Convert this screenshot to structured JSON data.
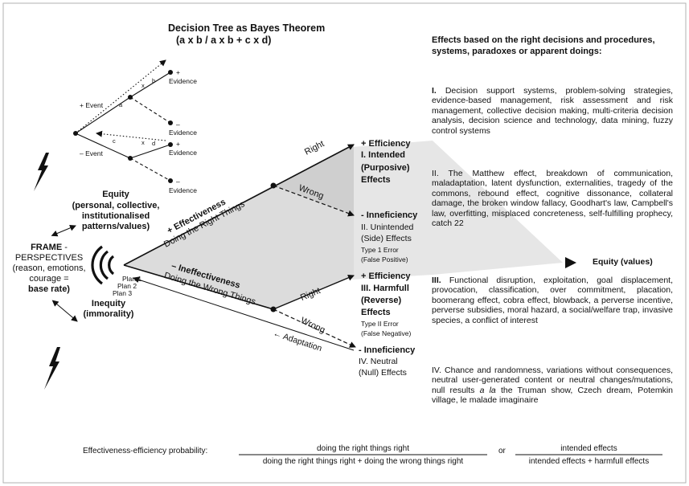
{
  "title": {
    "line1": "Decision Tree as Bayes Theorem",
    "line2": "(a x b / a x b + c x d)"
  },
  "tree": {
    "plus_event": "+ Event",
    "minus_event": "– Event",
    "a": "a",
    "b": "b",
    "c": "c",
    "d": "d",
    "x1": "x",
    "x2": "x",
    "evidence_labels": [
      "Evidence",
      "Evidence",
      "Evidence",
      "Evidence"
    ],
    "evidence_signs": [
      "+",
      "–",
      "+",
      "–"
    ]
  },
  "left": {
    "equity_heading": "Equity",
    "equity_sub": [
      "(personal, collective,",
      "institutionalised",
      "patterns/values)"
    ],
    "frame_bold": "FRAME",
    "frame_dash": " -",
    "frame_lines": [
      "PERSPECTIVES",
      "(reason, emotions,",
      "courage ="
    ],
    "base_rate": "base rate)",
    "inequity_heading": "Inequity",
    "inequity_sub": "(immorality)",
    "plans": [
      "Plan 1",
      "Plan 2",
      "Plan 3"
    ]
  },
  "branches": {
    "effectiveness_bold": "+ Effectiveness",
    "effectiveness_sub": "Doing the Right Things",
    "ineffectiveness_bold": "– Ineffectiveness",
    "ineffectiveness_sub": "Doing the Wrong Things",
    "right_upper": "Right",
    "wrong_upper": "Wrong",
    "right_lower": "Right",
    "wrong_lower": "Wrong",
    "adaptation": "← Adaptation"
  },
  "outcomes": {
    "o1_head": "+ Efficiency",
    "o1_lines": [
      "I. Intended",
      "(Purposive)",
      "Effects"
    ],
    "o2_head": "- Inneficiency",
    "o2_lines": [
      "II. Unintended",
      "(Side) Effects"
    ],
    "o2_small": [
      "Type 1 Error",
      "(False Positive)"
    ],
    "o3_head": "+ Efficiency",
    "o3_lines": [
      "III. Harmfull",
      "(Reverse)",
      "Effects"
    ],
    "o3_small": [
      "Type II Error",
      "(False Negative)"
    ],
    "o4_head": "- Inneficiency",
    "o4_lines": [
      "IV. Neutral",
      "(Null) Effects"
    ]
  },
  "right_panel": {
    "heading": "Effects based on the right decisions and procedures, systems, paradoxes or apparent doings:",
    "p1_num": "I.",
    "p1_text": " Decision support systems, problem-solving strategies, evidence-based management, risk assessment and risk management, collective decision making, multi-criteria decision analysis, decision science and technology, data mining, fuzzy control systems",
    "p2_text": "II. The Matthew effect, breakdown of communication, maladaptation, latent dysfunction, externalities, tragedy of the commons, rebound effect, cognitive dissonance, collateral damage, the broken window fallacy, Goodhart's law, Campbell's law, overfitting, misplaced concreteness, self-fulfilling prophecy, catch 22",
    "equity_values": "Equity (values)",
    "p3_num": "III.",
    "p3_text": " Functional disruption, exploitation, goal displacement, provocation, classification, over commitment, placation, boomerang effect, cobra effect, blowback, a perverse incentive, perverse subsidies, moral hazard, a social/welfare trap, invasive species, a conflict of interest",
    "p4_pre": "IV. Chance and randomness, variations without consequences, neutral user-generated content or neutral changes/mutations, null results ",
    "p4_italic": "a la",
    "p4_post": " the Truman show, Czech dream, Potemkin village, le malade imaginaire"
  },
  "formula": {
    "label": "Effectiveness-efficiency probability:",
    "num1": "doing the right things right",
    "den1": "doing the right things right + doing the wrong things right",
    "or": "or",
    "num2": "intended effects",
    "den2": "intended effects + harmfull effects"
  },
  "colors": {
    "upper_triangle": "#cfcfcf",
    "lower_triangle": "#dedede",
    "right_wedge": "#e6e6e6",
    "ink": "#111111",
    "frame_border": "#b0b0b0"
  }
}
